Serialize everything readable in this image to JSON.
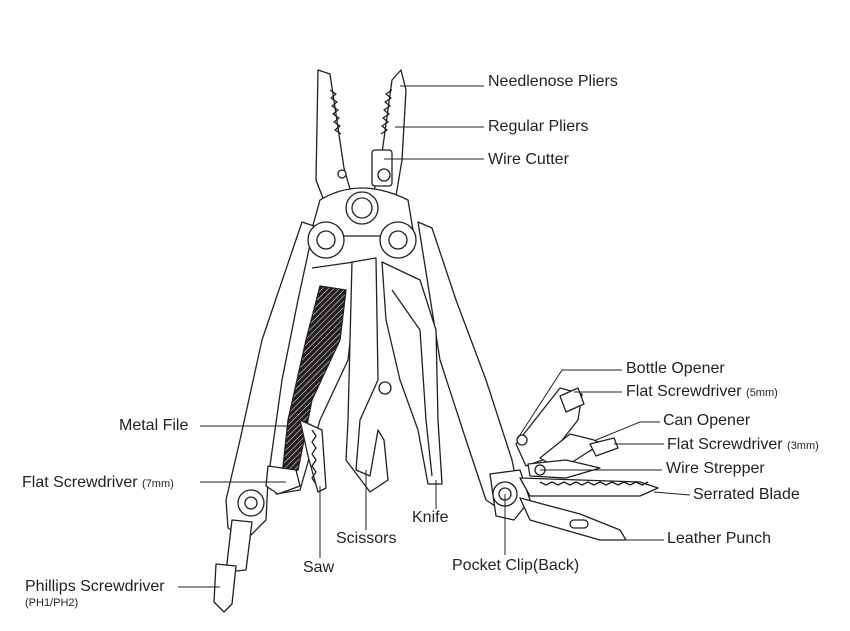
{
  "labels": {
    "needlenose_pliers": "Needlenose Pliers",
    "regular_pliers": "Regular Pliers",
    "wire_cutter": "Wire Cutter",
    "bottle_opener": "Bottle Opener",
    "flat_screwdriver_5mm": "Flat Screwdriver",
    "flat_screwdriver_5mm_size": "(5mm)",
    "can_opener": "Can Opener",
    "flat_screwdriver_3mm": "Flat Screwdriver",
    "flat_screwdriver_3mm_size": "(3mm)",
    "wire_stripper": "Wire Strepper",
    "serrated_blade": "Serrated Blade",
    "leather_punch": "Leather Punch",
    "pocket_clip": "Pocket Clip(Back)",
    "knife": "Knife",
    "scissors": "Scissors",
    "saw": "Saw",
    "metal_file": "Metal File",
    "flat_screwdriver_7mm": "Flat Screwdriver",
    "flat_screwdriver_7mm_size": "(7mm)",
    "phillips_screwdriver": "Phillips Screwdriver",
    "phillips_screwdriver_size": "(PH1/PH2)"
  },
  "colors": {
    "ink": "#231f20",
    "background": "#ffffff"
  }
}
